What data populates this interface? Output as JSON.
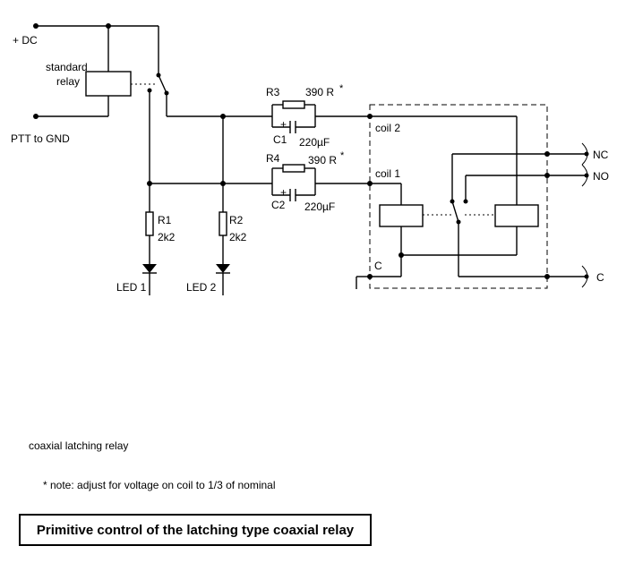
{
  "labels": {
    "plus_dc": "+ DC",
    "standard_relay_line1": "standard",
    "standard_relay_line2": "relay",
    "ptt": "PTT to GND",
    "r3": "R3",
    "r3_value": "390 R",
    "r4": "R4",
    "r4_value": "390 R",
    "asterisk": "*",
    "c1": "C1",
    "c1_value": "220µF",
    "c2": "C2",
    "c2_value": "220µF",
    "plus": "+",
    "coil2": "coil 2",
    "coil1": "coil 1",
    "c_coil": "C",
    "nc": "NC",
    "no": "NO",
    "c_out": "C",
    "r1": "R1",
    "r1_value": "2k2",
    "r2": "R2",
    "r2_value": "2k2",
    "led1": "LED 1",
    "led2": "LED 2"
  },
  "captions": {
    "relay_type": "coaxial latching relay",
    "note": "* note: adjust for voltage on coil to 1/3 of nominal",
    "title": "Primitive control of the latching type coaxial relay"
  }
}
